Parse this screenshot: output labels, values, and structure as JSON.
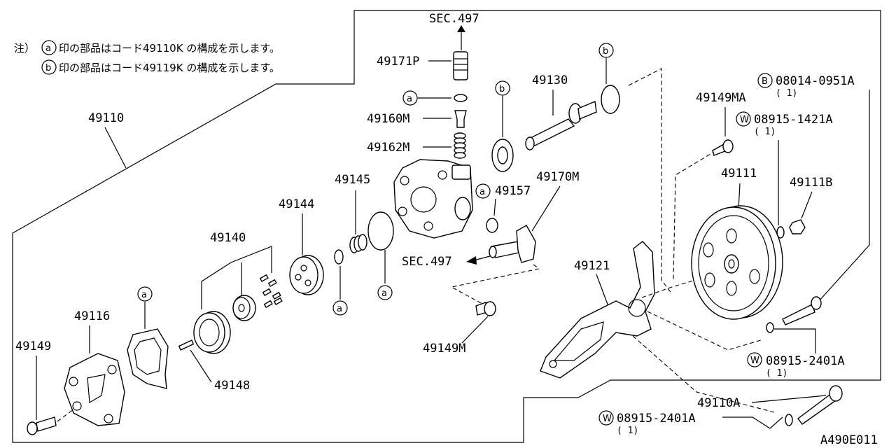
{
  "notes": [
    {
      "prefix": "注）",
      "marker": "a",
      "text": "印の部品はコード49110K の構成を示します。"
    },
    {
      "prefix": "",
      "marker": "b",
      "text": "印の部品はコード49119K の構成を示します。"
    }
  ],
  "diagram_code": "A490E011",
  "sec_labels": {
    "top": "SEC.497",
    "middle": "SEC.497"
  },
  "part_numbers": {
    "p49110": "49110",
    "p49171P": "49171P",
    "p49160M": "49160M",
    "p49162M": "49162M",
    "p49130": "49130",
    "p49145": "49145",
    "p49144": "49144",
    "p49157": "49157",
    "p49170M": "49170M",
    "p49140": "49140",
    "p49116": "49116",
    "p49149": "49149",
    "p49148": "49148",
    "p49149M": "49149M",
    "p49121": "49121",
    "p49149MA": "49149MA",
    "p49111": "49111",
    "p49111B": "49111B",
    "p49110A": "49110A"
  },
  "fasteners": [
    {
      "marker": "B",
      "number": "08014-0951A",
      "qty": "( 1)"
    },
    {
      "marker": "W",
      "number": "08915-1421A",
      "qty": "( 1)"
    },
    {
      "marker": "W",
      "number": "08915-2401A",
      "qty": "( 1)"
    },
    {
      "marker": "W",
      "number": "08915-2401A",
      "qty": "( 1)"
    }
  ],
  "markers": {
    "a": "a",
    "b": "b"
  }
}
